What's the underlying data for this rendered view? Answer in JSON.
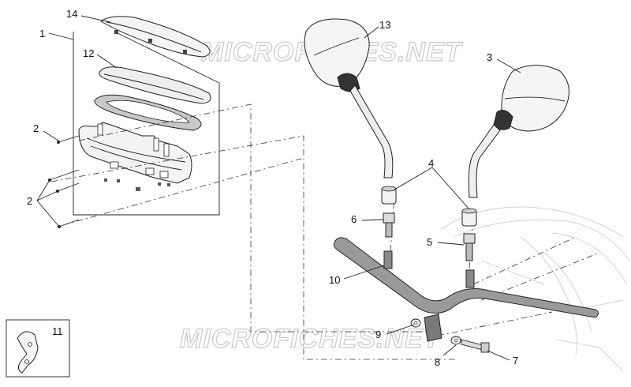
{
  "watermark": {
    "text": "MICROFICHES.NET"
  },
  "callouts": {
    "c1": "1",
    "c2a": "2",
    "c2b": "2",
    "c3": "3",
    "c4": "4",
    "c5": "5",
    "c6": "6",
    "c7": "7",
    "c8": "8",
    "c9": "9",
    "c10": "10",
    "c11": "11",
    "c12": "12",
    "c13": "13",
    "c14": "14"
  },
  "colors": {
    "ink": "#222222",
    "part_fill": "#f2f2f2",
    "handlebar_fill": "#9a9a9a",
    "watermark": "#c9c9c9"
  }
}
